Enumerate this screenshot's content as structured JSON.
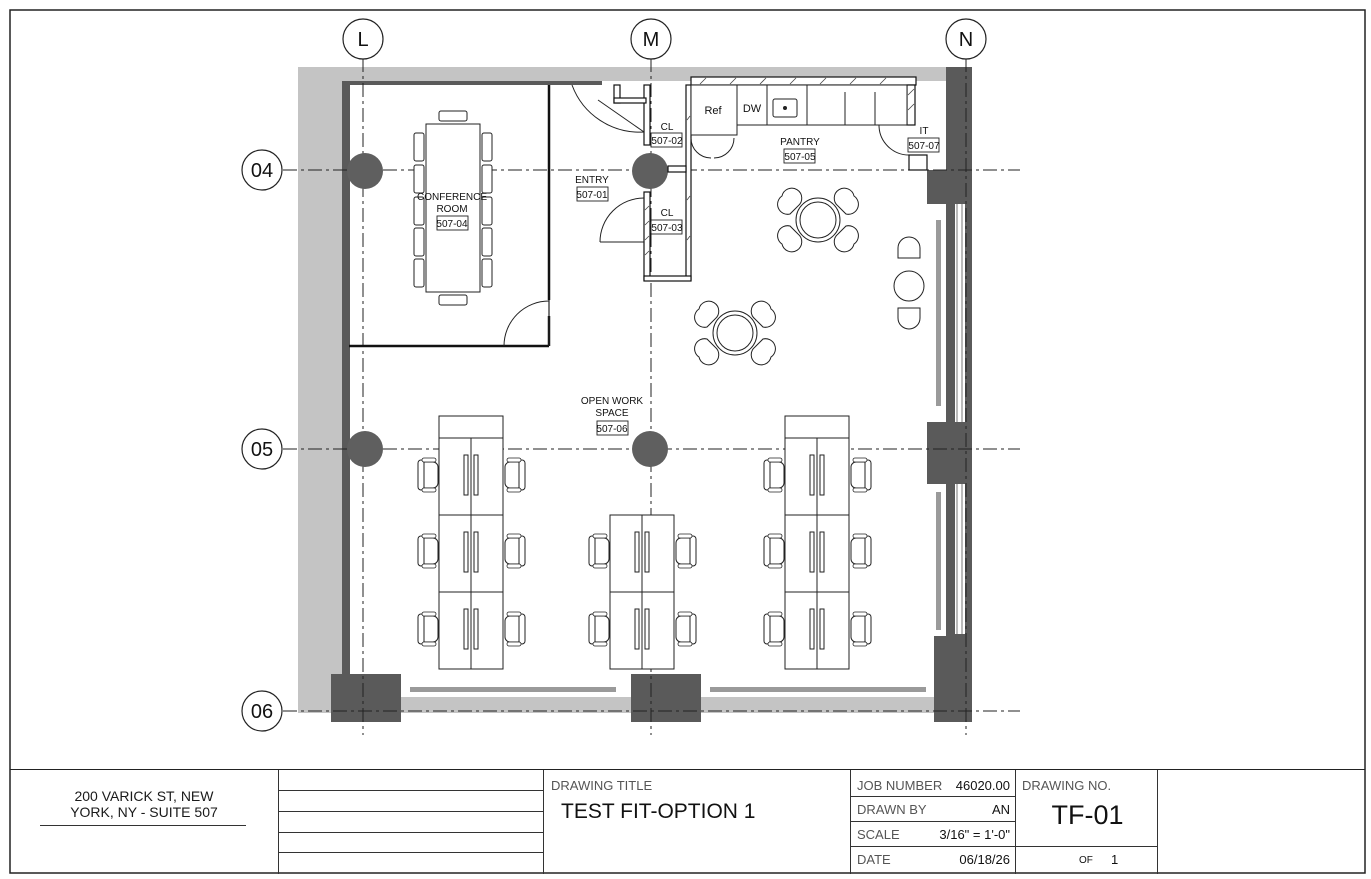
{
  "grid": {
    "columns": [
      "L",
      "M",
      "N"
    ],
    "rows": [
      "04",
      "05",
      "06"
    ]
  },
  "rooms": {
    "conference": {
      "name_line1": "CONFERENCE",
      "name_line2": "ROOM",
      "number": "507-04"
    },
    "entry": {
      "name": "ENTRY",
      "number": "507-01"
    },
    "closet_a": {
      "name": "CL",
      "number": "507-02"
    },
    "closet_b": {
      "name": "CL",
      "number": "507-03"
    },
    "pantry": {
      "name": "PANTRY",
      "number": "507-05"
    },
    "it": {
      "name": "IT",
      "number": "507-07"
    },
    "open_work": {
      "name_line1": "OPEN WORK",
      "name_line2": "SPACE",
      "number": "507-06"
    }
  },
  "fixtures": {
    "refrigerator": "Ref",
    "dishwasher": "DW"
  },
  "title_block": {
    "address_line1": "200 VARICK ST, NEW",
    "address_line2": "YORK, NY - SUITE 507",
    "drawing_title_label": "DRAWING TITLE",
    "drawing_title": "TEST FIT-OPTION 1",
    "job_number_label": "JOB NUMBER",
    "job_number": "46020.00",
    "drawn_by_label": "DRAWN BY",
    "drawn_by": "AN",
    "scale_label": "SCALE",
    "scale": "3/16\" = 1'-0\"",
    "date_label": "DATE",
    "date": "06/18/26",
    "drawing_no_label": "DRAWING NO.",
    "drawing_no": "TF-01",
    "of_label": "OF",
    "of_total": "1"
  },
  "colors": {
    "wall": "#555555",
    "wall_light": "#bdbdbd",
    "column": "#5a5a5a",
    "line": "#222222"
  }
}
